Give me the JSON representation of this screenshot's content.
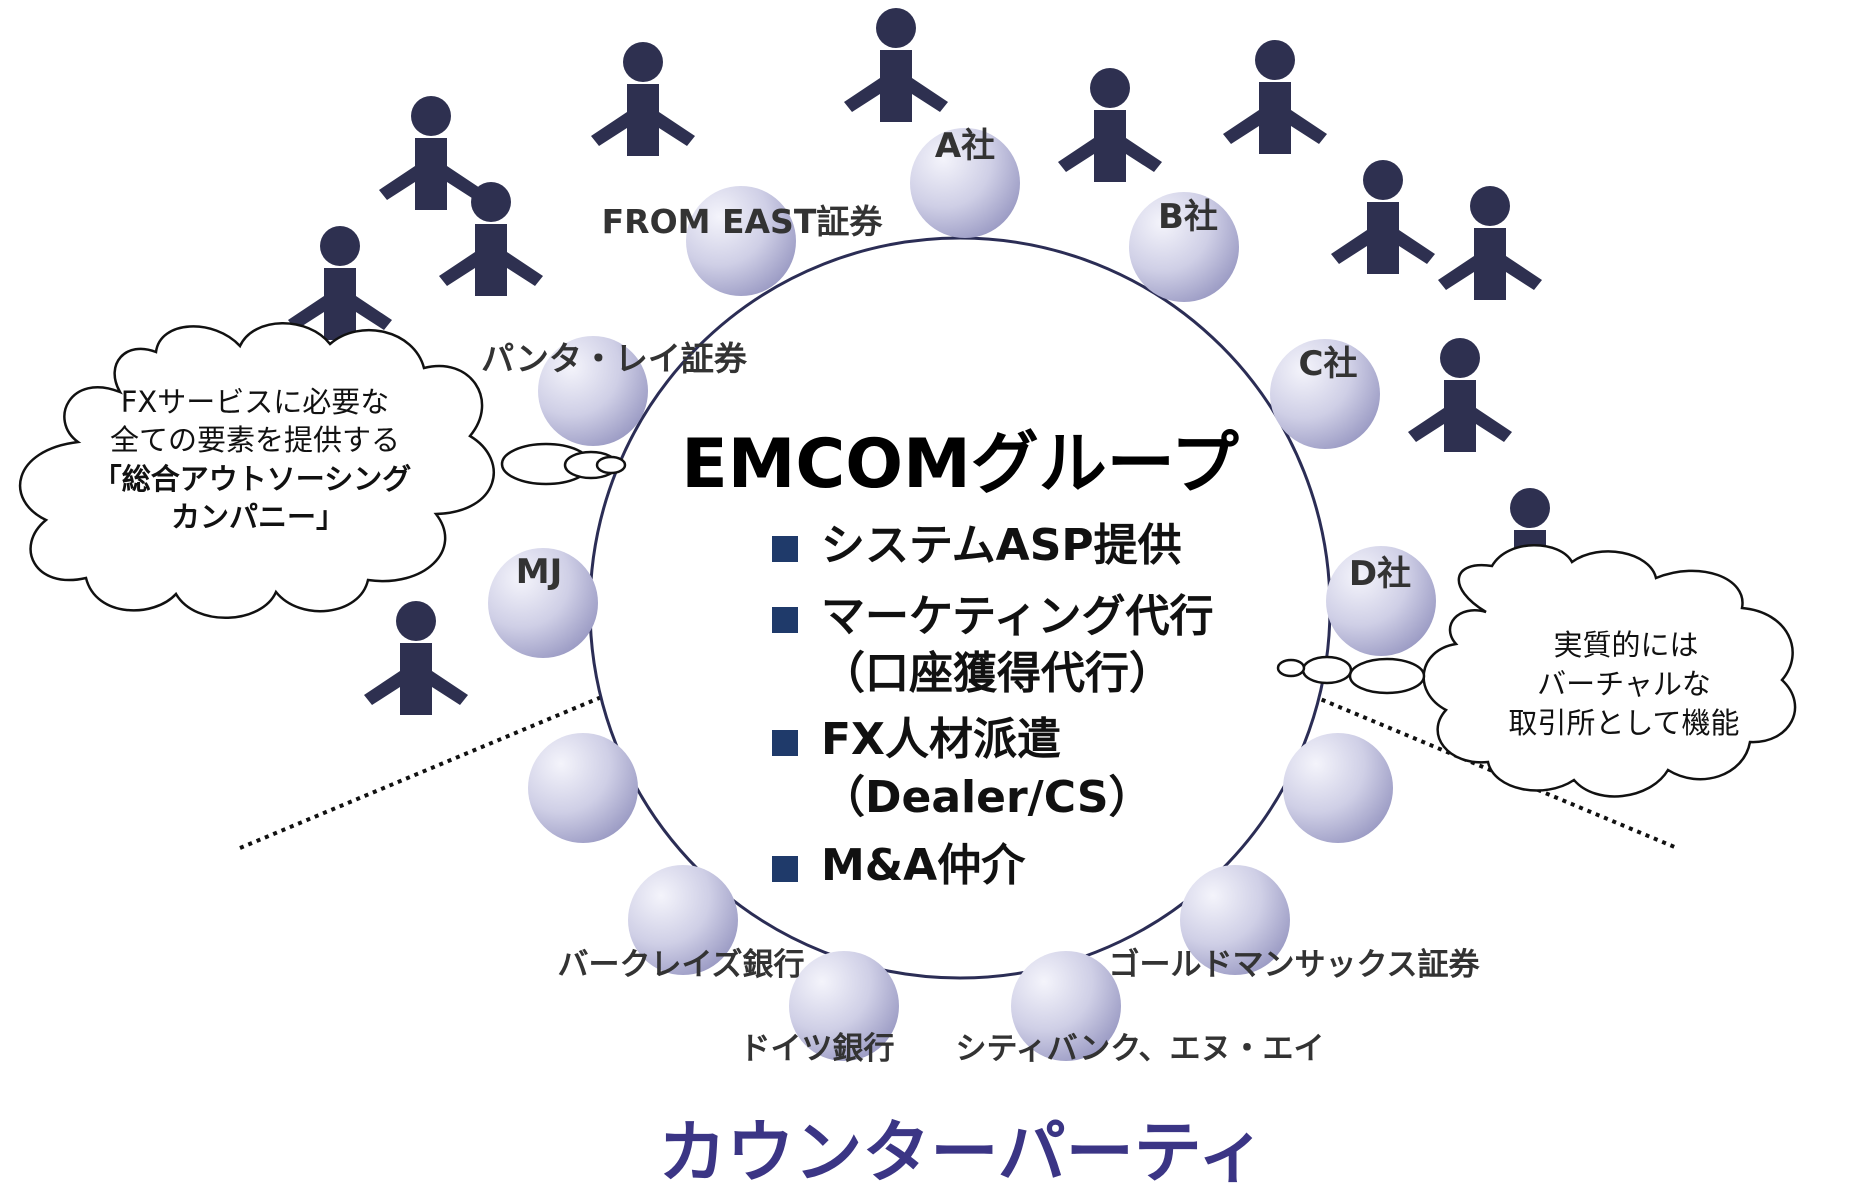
{
  "colors": {
    "navy": "#2e3050",
    "bullet": "#1f3a6a",
    "bubble_light": "#f2f2fa",
    "bubble_dark": "#9d9dc6",
    "ring": "#2b2d55",
    "footer": "#3b3585"
  },
  "center": {
    "title": "EMCOMグループ",
    "items": [
      "システムASP提供",
      "マーケティング代行",
      "（口座獲得代行）",
      "FX人材派遣",
      "（Dealer/CS）",
      "M&A仲介"
    ]
  },
  "partners": {
    "a": "A社",
    "b": "B社",
    "c": "C社",
    "d": "D社",
    "from_east": "FROM EAST証券",
    "panta_rei": "パンタ・レイ証券",
    "mj": "MJ"
  },
  "banks": {
    "barclays": "バークレイズ銀行",
    "deutsche": "ドイツ銀行",
    "goldman": "ゴールドマンサックス証券",
    "citi": "シティバンク、エヌ・エイ"
  },
  "cloud_left": {
    "line1": "FXサービスに必要な",
    "line2": "全ての要素を提供する",
    "line3": "「総合アウトソーシング",
    "line4": "カンパニー」"
  },
  "cloud_right": {
    "line1": "実質的には",
    "line2": "バーチャルな",
    "line3": "取引所として機能"
  },
  "footer_label": "カウンターパーティ",
  "icons": {
    "person": "person-icon"
  }
}
